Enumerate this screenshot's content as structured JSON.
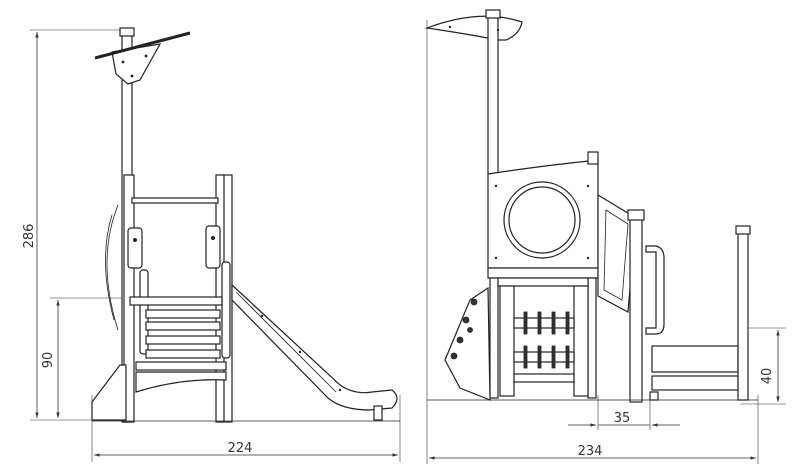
{
  "drawing": {
    "left_view": {
      "overall_height": "286",
      "platform_height": "90",
      "overall_width": "224"
    },
    "right_view": {
      "overall_width": "234",
      "step_height": "40",
      "step_offset": "35"
    }
  }
}
